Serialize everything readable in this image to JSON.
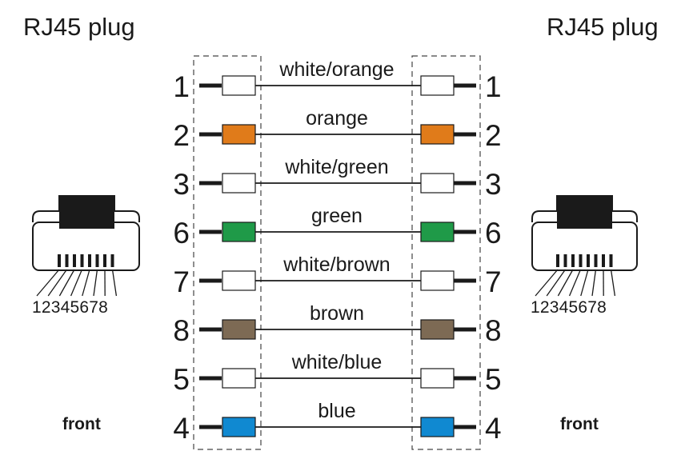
{
  "plugs": [
    {
      "title": "RJ45 plug",
      "caption": "front",
      "pin_numbers": "12345678"
    },
    {
      "title": "RJ45 plug",
      "caption": "front",
      "pin_numbers": "12345678"
    }
  ],
  "connections": [
    {
      "pin": "1",
      "label": "white/orange",
      "color": "#ffffff"
    },
    {
      "pin": "2",
      "label": "orange",
      "color": "#e07b1a"
    },
    {
      "pin": "3",
      "label": "white/green",
      "color": "#ffffff"
    },
    {
      "pin": "6",
      "label": "green",
      "color": "#1f9a48"
    },
    {
      "pin": "7",
      "label": "white/brown",
      "color": "#ffffff"
    },
    {
      "pin": "8",
      "label": "brown",
      "color": "#7d6a54"
    },
    {
      "pin": "5",
      "label": "white/blue",
      "color": "#ffffff"
    },
    {
      "pin": "4",
      "label": "blue",
      "color": "#1089d1"
    }
  ]
}
